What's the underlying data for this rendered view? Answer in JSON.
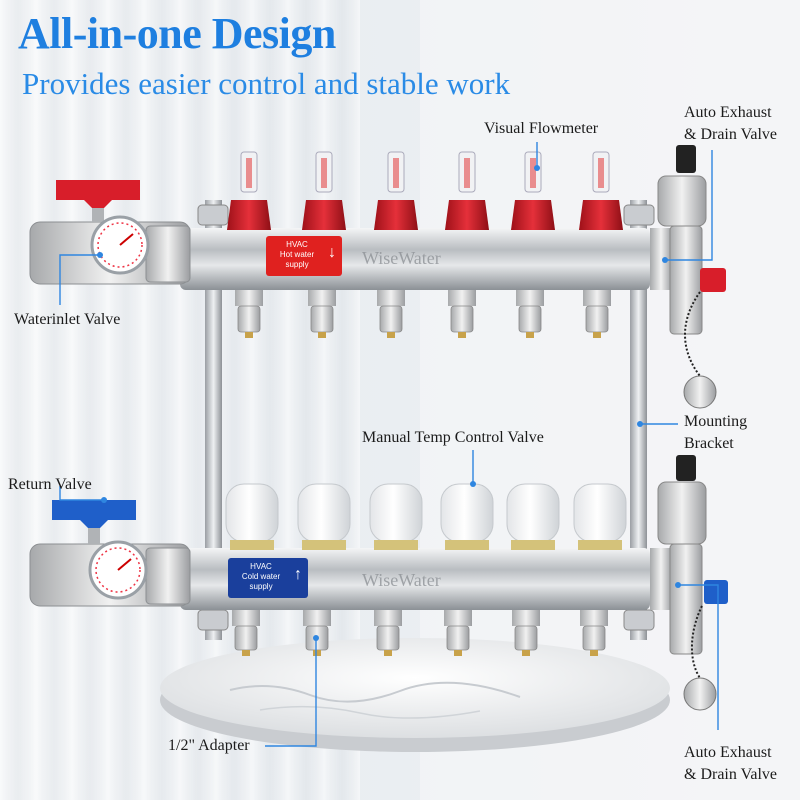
{
  "heading": {
    "title": "All-in-one Design",
    "subtitle": "Provides easier control and stable work"
  },
  "callouts": {
    "visual_flowmeter": "Visual Flowmeter",
    "auto_exhaust_top_line1": "Auto Exhaust",
    "auto_exhaust_top_line2": "& Drain Valve",
    "waterinlet_valve": "Waterinlet Valve",
    "mounting_bracket_line1": "Mounting",
    "mounting_bracket_line2": "Bracket",
    "manual_temp_control": "Manual Temp Control Valve",
    "return_valve": "Return Valve",
    "adapter": "1/2\" Adapter",
    "auto_exhaust_bottom_line1": "Auto Exhaust",
    "auto_exhaust_bottom_line2": "& Drain Valve"
  },
  "product_labels": {
    "hot": {
      "line1": "HVAC",
      "line2": "Hot water",
      "line3": "supply",
      "arrow": "↓"
    },
    "cold": {
      "line1": "HVAC",
      "line2": "Cold water",
      "line3": "supply",
      "arrow": "↑"
    },
    "brand_engraving": "WiseWater"
  },
  "colors": {
    "title": "#1e7fe0",
    "callout_line": "#2f86e0",
    "hot_label": "#e0211f",
    "cold_label": "#1a3f9c",
    "red_cap": "#d81e2a",
    "blue_cap": "#1f5fc9"
  }
}
